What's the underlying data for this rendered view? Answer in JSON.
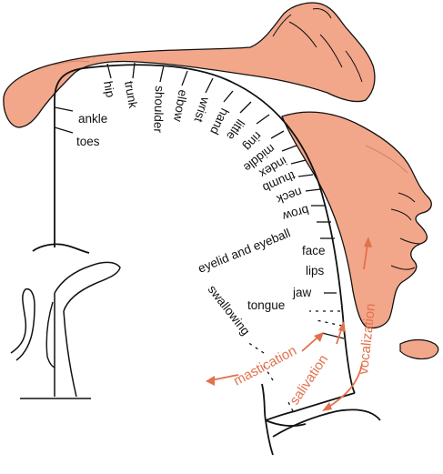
{
  "colors": {
    "ink": "#111111",
    "skin": "#f2a78a",
    "skin_shade": "#d9826a",
    "accent": "#e2714d"
  },
  "body_parts": {
    "toes": "toes",
    "ankle": "ankle",
    "hip": "hip",
    "trunk": "trunk",
    "shoulder": "shoulder",
    "elbow": "elbow",
    "wrist": "wrist",
    "hand": "hand",
    "little": "little",
    "ring": "ring",
    "middle": "middle",
    "index": "index",
    "thumb": "thumb",
    "neck": "neck",
    "brow": "brow",
    "eyelid": "eyelid and eyeball",
    "face": "face",
    "lips": "lips",
    "jaw": "jaw",
    "tongue": "tongue",
    "swallowing": "swallowing"
  },
  "functions": {
    "mastication": "mastication",
    "salivation": "salivation",
    "vocalization": "vocalization"
  }
}
